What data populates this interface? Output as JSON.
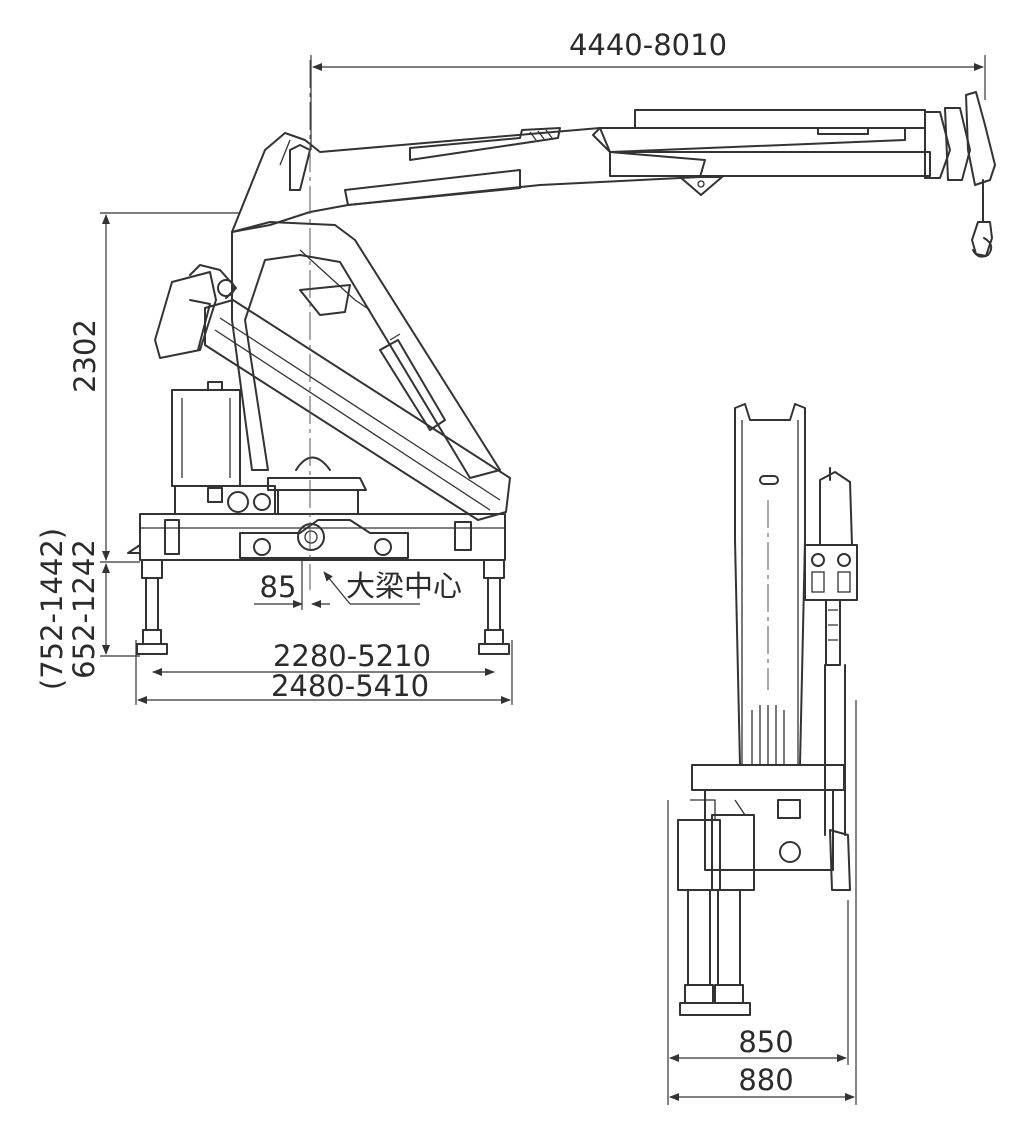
{
  "dimensions": {
    "boom_reach": "4440-8010",
    "height": "2302",
    "height_range_upper": "(752-1442)",
    "height_range_lower": "652-1242",
    "offset": "85",
    "beam_center": "大梁中心",
    "span_inner": "2280-5210",
    "span_outer": "2480-5410",
    "width_inner": "850",
    "width_outer": "880"
  },
  "colors": {
    "line": "#333333",
    "text": "#2b2b2b",
    "background": "#ffffff"
  }
}
